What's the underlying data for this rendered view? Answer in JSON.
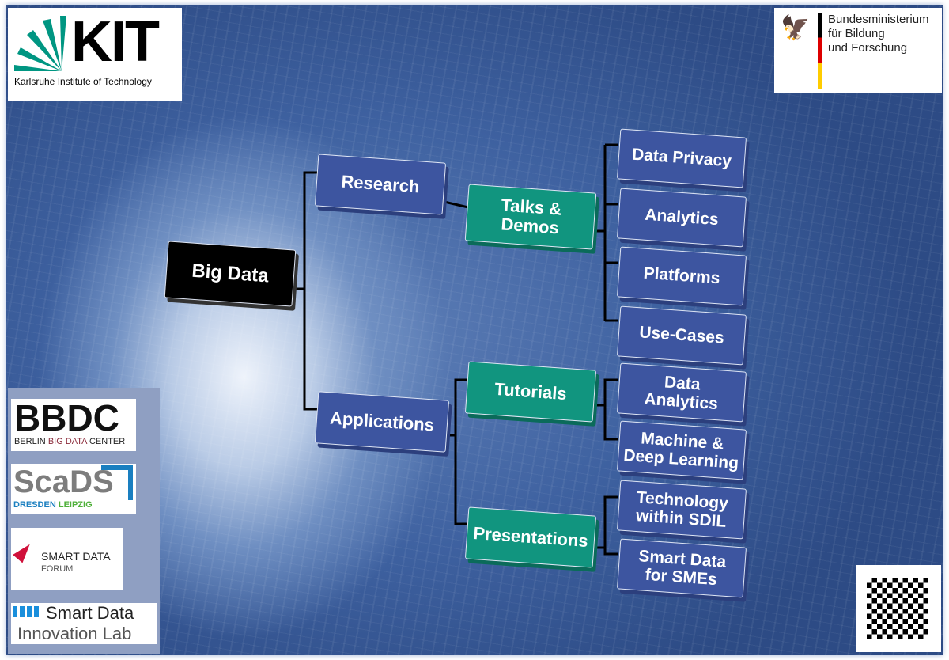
{
  "logos": {
    "kit": {
      "name": "KIT",
      "subtitle": "Karlsruhe Institute of Technology"
    },
    "bmbf": {
      "lines": [
        "Bundesministerium",
        "für Bildung",
        "und Forschung"
      ]
    },
    "bbdc": {
      "name": "BBDC",
      "sub1": "BERLIN",
      "sub2": "BIG DATA",
      "sub3": "CENTER"
    },
    "scads": {
      "name": "ScaDS",
      "sub1": "DRESDEN",
      "sub2": "LEIPZIG"
    },
    "sdf": {
      "line1": "SMART DATA",
      "line2": "FORUM"
    },
    "sdil": {
      "line1": "Smart Data",
      "line2": "Innovation Lab"
    }
  },
  "diagram": {
    "root": "Big Data",
    "research": "Research",
    "applications": "Applications",
    "talks": "Talks & Demos",
    "tutorials": "Tutorials",
    "presentations": "Presentations",
    "leaves": [
      "Data Privacy",
      "Analytics",
      "Platforms",
      "Use-Cases",
      "Data Analytics",
      "Machine & Deep Learning",
      "Technology within SDIL",
      "Smart Data for SMEs"
    ]
  },
  "colors": {
    "blue": "#3d55a0",
    "teal": "#11957f",
    "black": "#000000"
  }
}
